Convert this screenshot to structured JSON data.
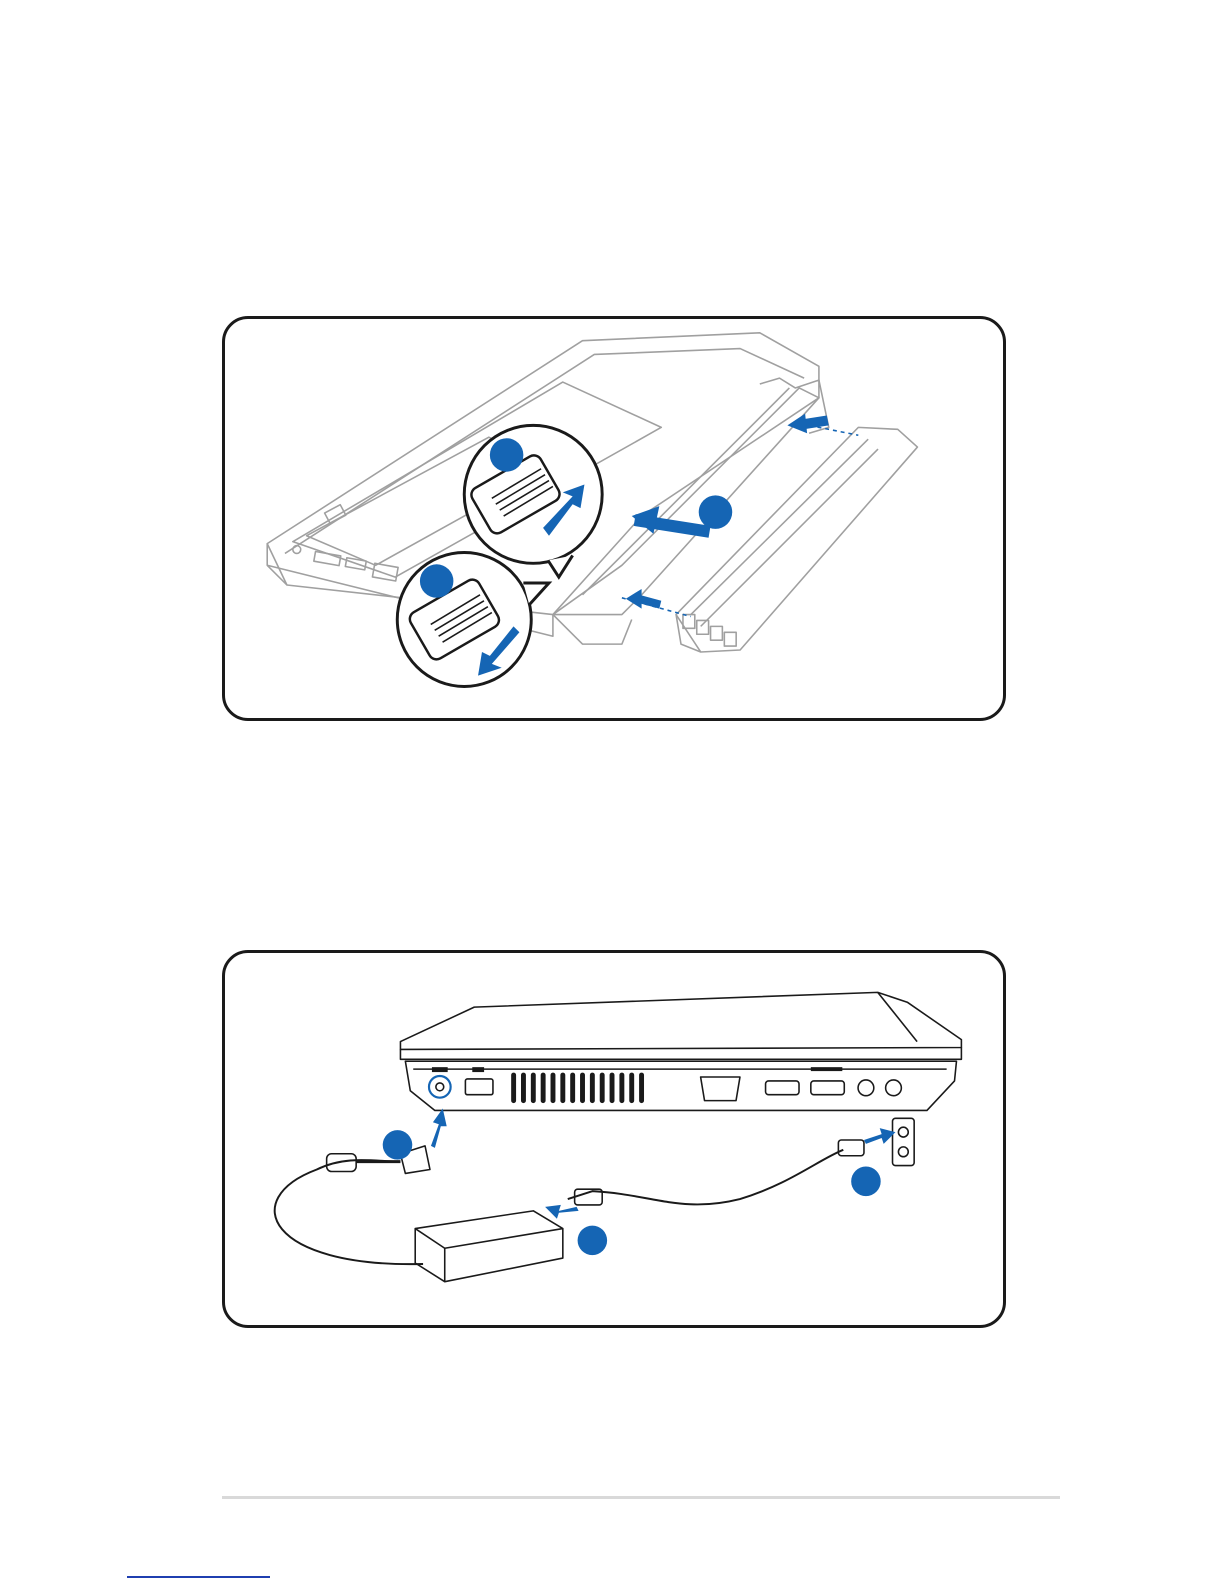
{
  "colors": {
    "accent": "#1565b4",
    "line": "#9a9a9a",
    "ink": "#1a1a1a"
  },
  "figures": [
    {
      "id": "battery-install",
      "step_markers": 3
    },
    {
      "id": "power-connect",
      "step_markers": 3
    }
  ]
}
